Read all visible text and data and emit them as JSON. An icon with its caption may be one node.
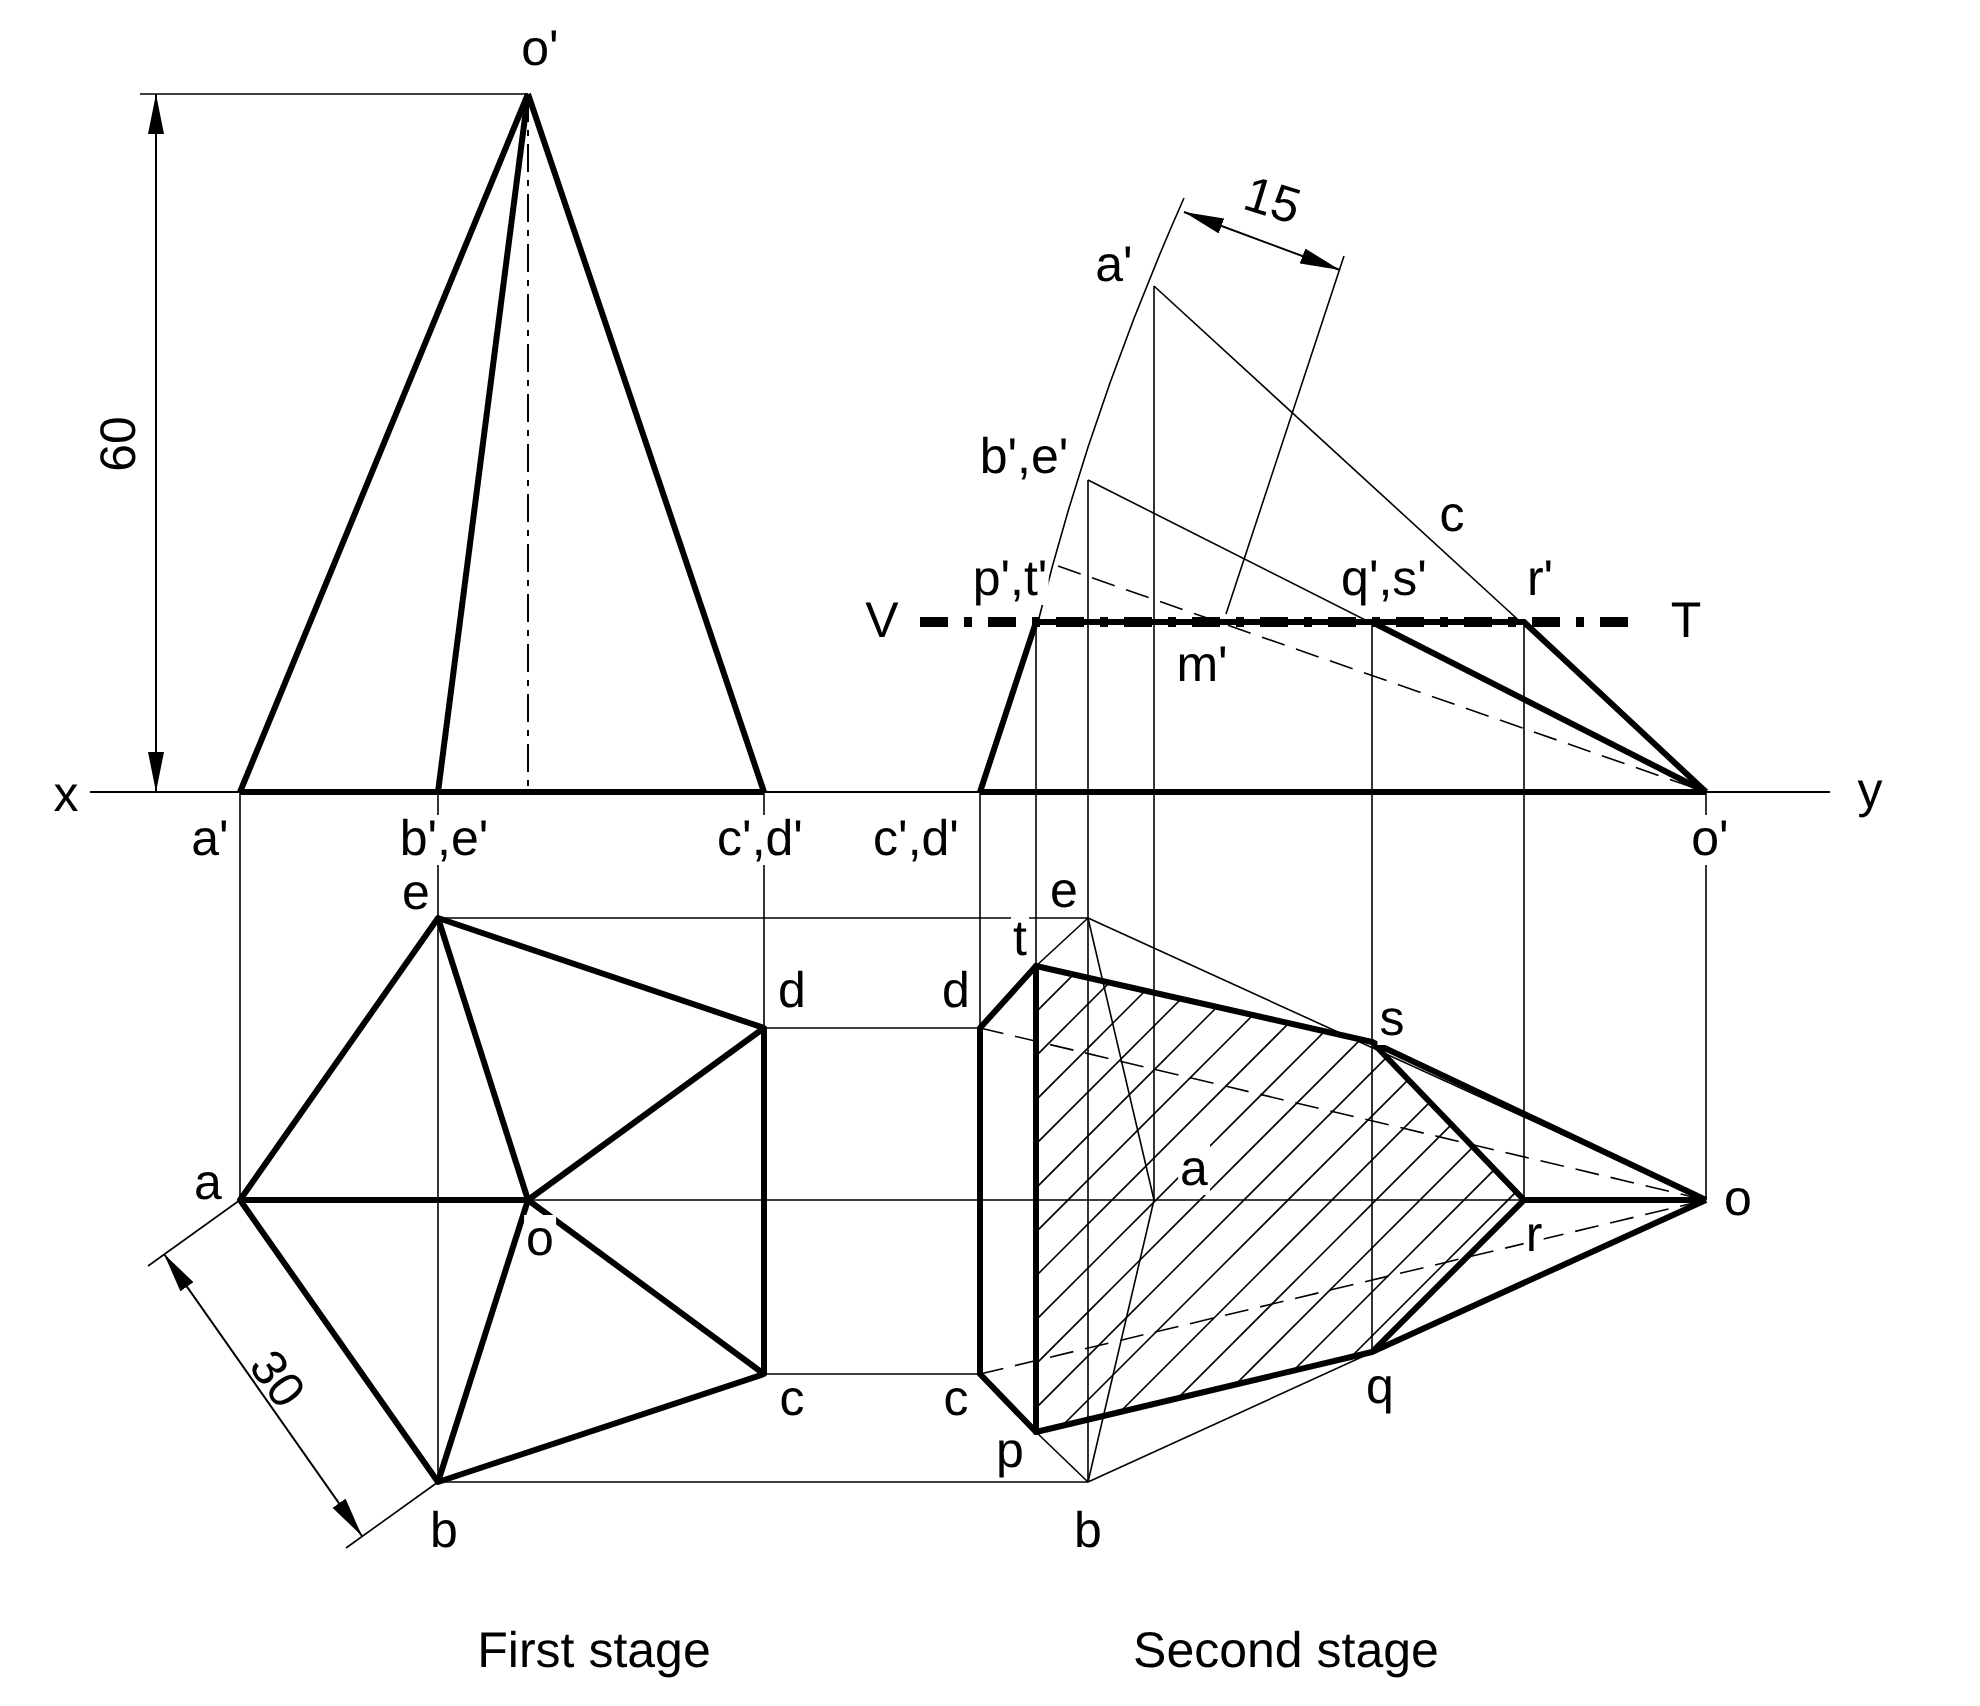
{
  "diagram": {
    "labels": [
      "o'",
      "60",
      "x",
      "a'",
      "b',e'",
      "c',d'",
      "c',d'",
      "y",
      "o'",
      "e",
      "d",
      "a",
      "o",
      "c",
      "30",
      "b",
      "First stage",
      "a'",
      "15",
      "b',e'",
      "c",
      "p',t'",
      "q',s'",
      "r'",
      "V",
      "T",
      "m'",
      "e",
      "t",
      "d",
      "s",
      "a",
      "r",
      "o",
      "c",
      "q",
      "p",
      "b",
      "Second stage"
    ]
  }
}
